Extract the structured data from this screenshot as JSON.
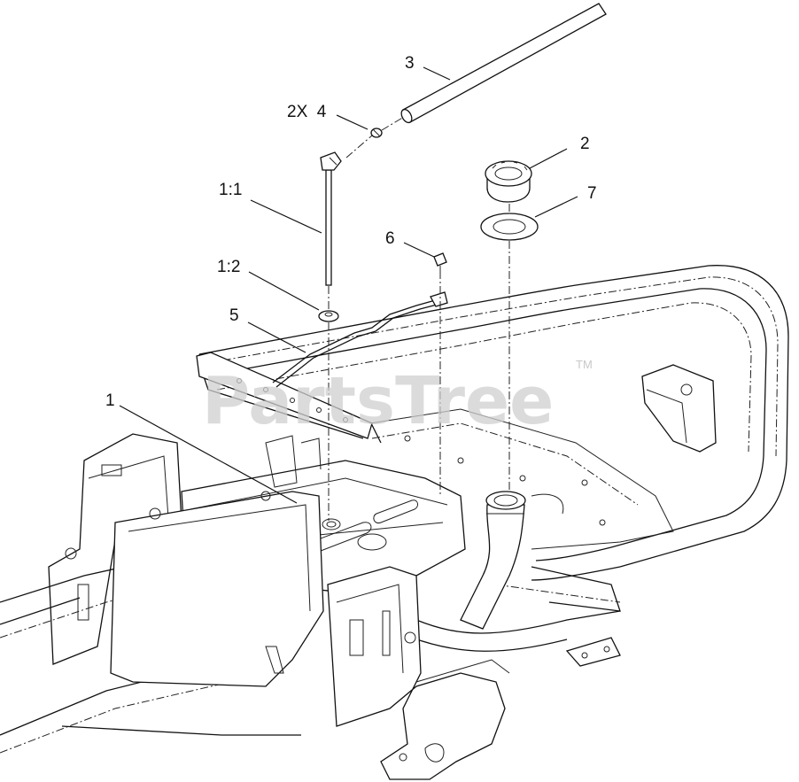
{
  "watermark": {
    "text": "PartsTree",
    "tm": "TM"
  },
  "callouts": [
    {
      "id": "c3",
      "label": "3"
    },
    {
      "id": "c2x4",
      "label": "2X  4"
    },
    {
      "id": "c2",
      "label": "2"
    },
    {
      "id": "c7",
      "label": "7"
    },
    {
      "id": "c11",
      "label": "1:1"
    },
    {
      "id": "c6",
      "label": "6"
    },
    {
      "id": "c12",
      "label": "1:2"
    },
    {
      "id": "c5",
      "label": "5"
    },
    {
      "id": "c1",
      "label": "1"
    }
  ]
}
